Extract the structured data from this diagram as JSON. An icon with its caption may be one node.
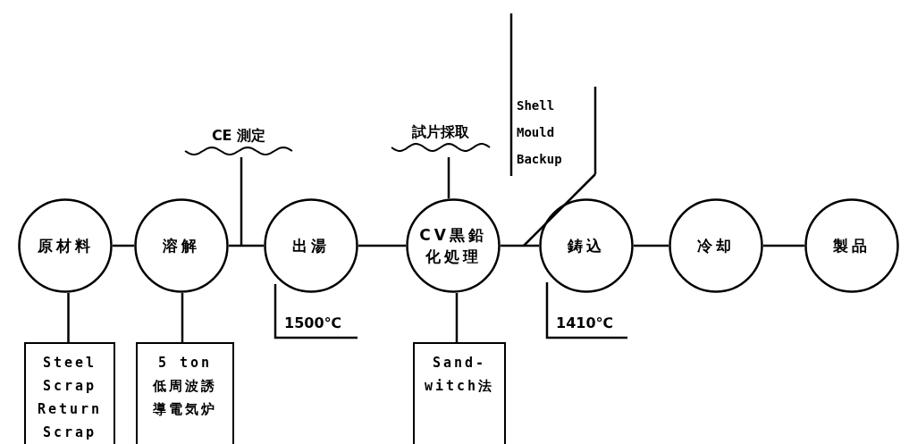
{
  "diagram": {
    "nodes": [
      {
        "text": [
          "原材料"
        ]
      },
      {
        "text": [
          "溶解"
        ]
      },
      {
        "text": [
          "出湯"
        ]
      },
      {
        "text": [
          "CV黒鉛化処理"
        ]
      },
      {
        "text": [
          "鋳込"
        ]
      },
      {
        "text": [
          "冷却"
        ]
      },
      {
        "text": [
          "製品"
        ]
      },
      {
        "text": [
          "Steel Scrap Return Scrap"
        ]
      },
      {
        "text": [
          "5 ton 低周波誘導電気炉"
        ]
      },
      {
        "text": [
          "Sand-witch法"
        ]
      },
      {
        "text": [
          "CE 測定"
        ]
      },
      {
        "text": [
          "試片採取"
        ]
      },
      {
        "text": [
          "Shell Mould Backup"
        ]
      }
    ],
    "edges": [
      {
        "from": 0,
        "to": 1,
        "arrow": "none"
      },
      {
        "from": 1,
        "to": 2,
        "arrow": "none"
      },
      {
        "from": 2,
        "to": 3,
        "arrow": "none"
      },
      {
        "from": 3,
        "to": 4,
        "arrow": "none"
      },
      {
        "from": 4,
        "to": 5,
        "arrow": "none"
      },
      {
        "from": 5,
        "to": 6,
        "arrow": "none"
      },
      {
        "from": 0,
        "to": 7,
        "arrow": "none"
      },
      {
        "from": 1,
        "to": 8,
        "arrow": "none"
      },
      {
        "from": 3,
        "to": 9,
        "arrow": "none"
      },
      {
        "from": 10,
        "to": null,
        "arrow": "none"
      },
      {
        "from": 11,
        "to": 3,
        "arrow": "none"
      },
      {
        "from": 12,
        "to": null,
        "arrow": "none"
      }
    ],
    "labels": [
      "1500℃",
      "1410℃"
    ]
  }
}
